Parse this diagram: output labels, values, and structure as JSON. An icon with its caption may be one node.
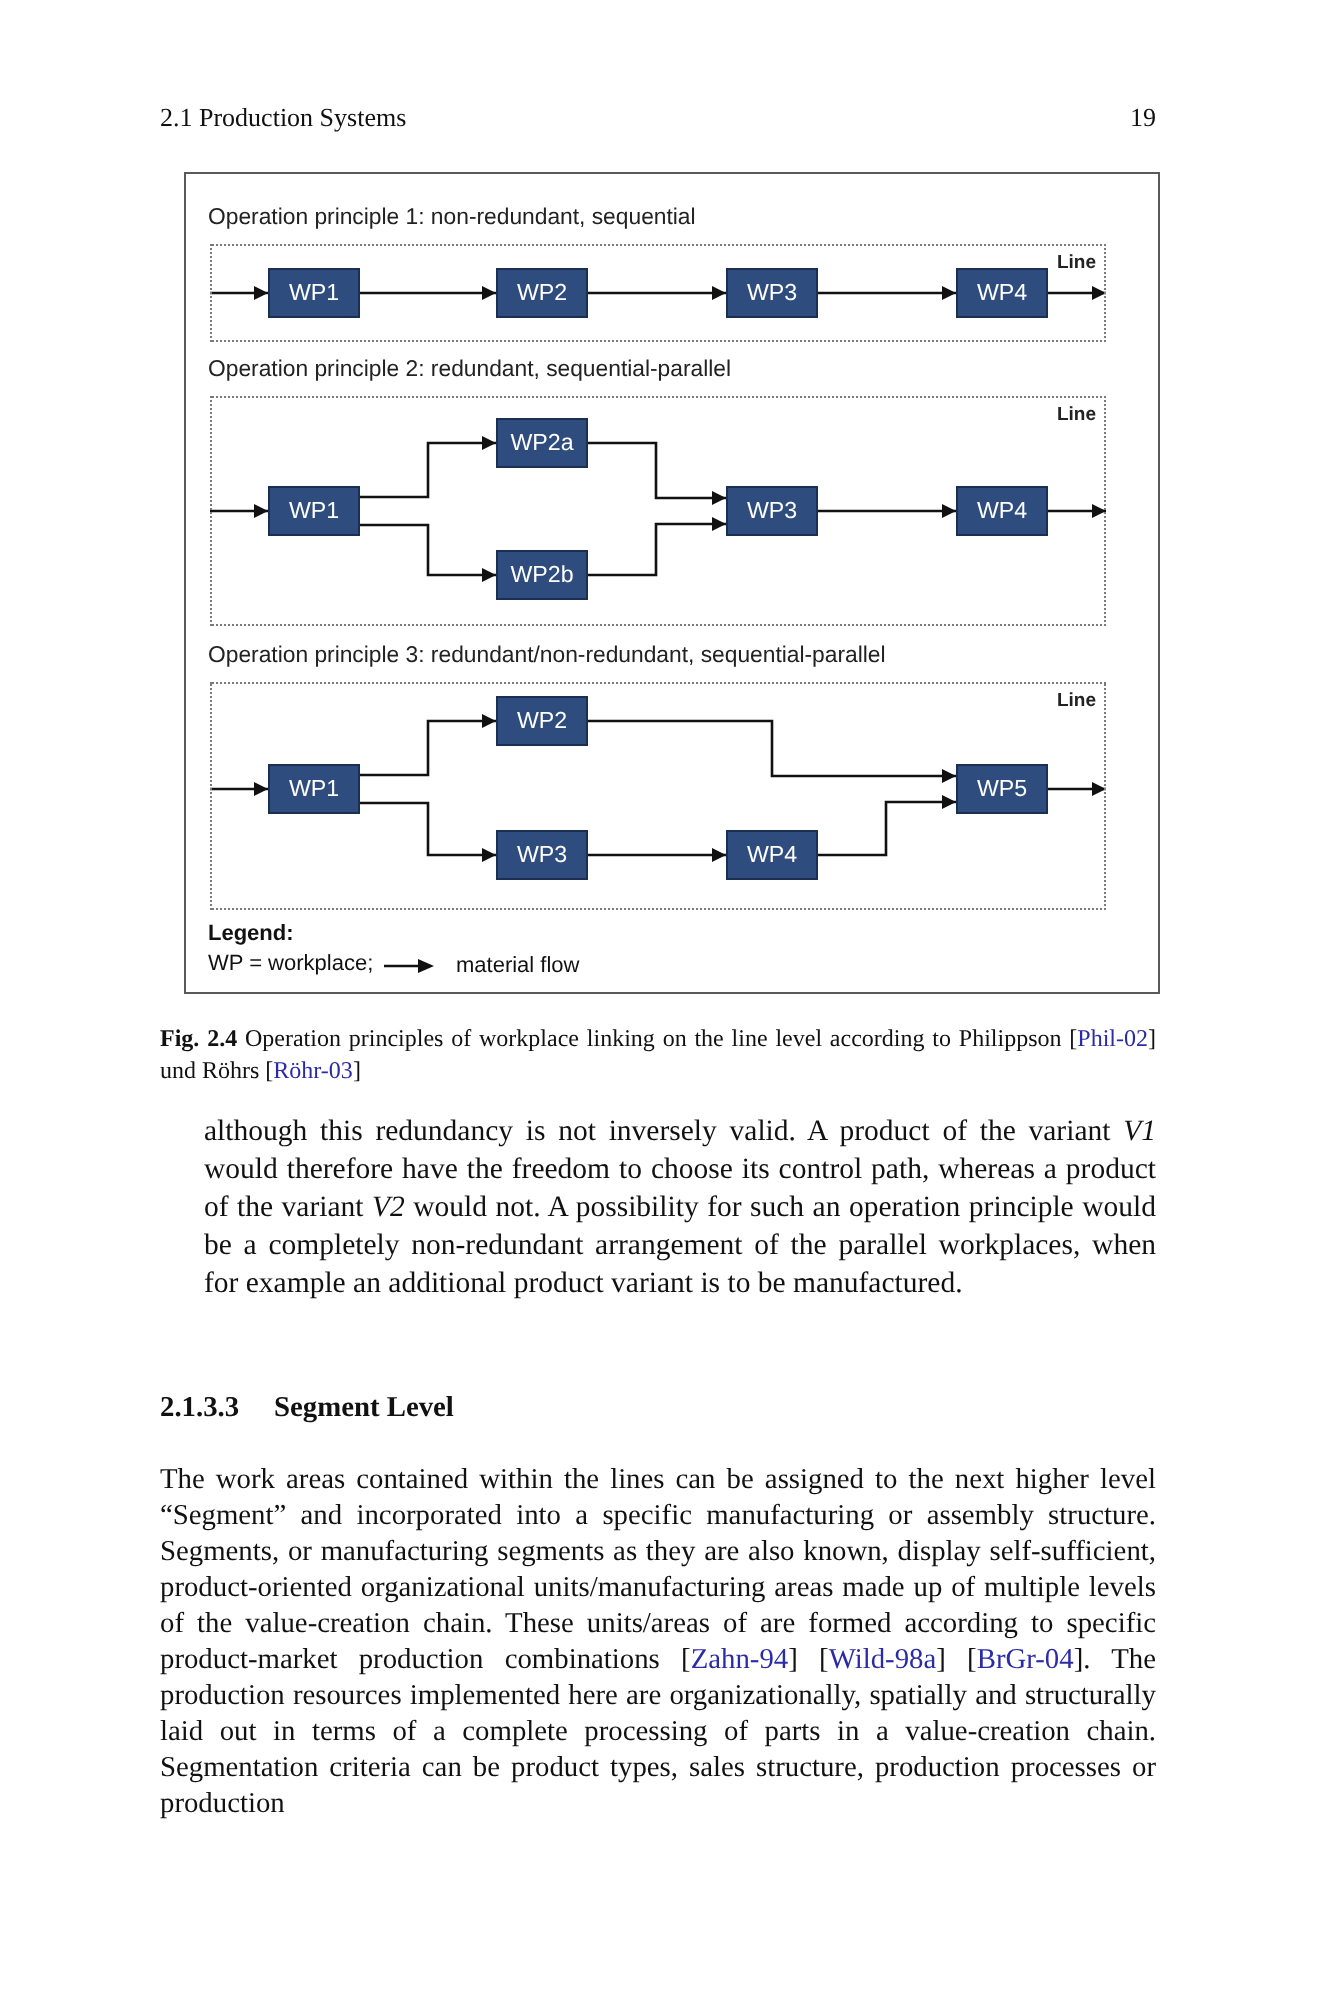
{
  "diagram": {
    "caption": "**Fig. 2.4** Operation principles of workplace linking on the line level according to Philippson [Phil-02] und Röhrs [Röhr-03]",
    "nodes": [
      {
        "text": [
          "Operation principle 1: non-redundant, sequential",
          "Line"
        ]
      },
      {
        "text": [
          "WP1"
        ],
        "in": 0
      },
      {
        "text": [
          "WP2"
        ],
        "in": 0
      },
      {
        "text": [
          "WP3"
        ],
        "in": 0
      },
      {
        "text": [
          "WP4"
        ],
        "in": 0
      },
      {
        "text": [
          "Operation principle 2: redundant, sequential-parallel",
          "Line"
        ]
      },
      {
        "text": [
          "WP1"
        ],
        "in": 5
      },
      {
        "text": [
          "WP2a"
        ],
        "in": 5
      },
      {
        "text": [
          "WP2b"
        ],
        "in": 5
      },
      {
        "text": [
          "WP3"
        ],
        "in": 5
      },
      {
        "text": [
          "WP4"
        ],
        "in": 5
      },
      {
        "text": [
          "Operation principle 3: redundant/non-redundant, sequential-parallel",
          "Line"
        ]
      },
      {
        "text": [
          "WP1"
        ],
        "in": 11
      },
      {
        "text": [
          "WP2"
        ],
        "in": 11
      },
      {
        "text": [
          "WP3"
        ],
        "in": 11
      },
      {
        "text": [
          "WP4"
        ],
        "in": 11
      },
      {
        "text": [
          "WP5"
        ],
        "in": 11
      }
    ],
    "edges": [
      {
        "from": null,
        "to": 1,
        "arrow": "to"
      },
      {
        "from": 1,
        "to": 2,
        "arrow": "to"
      },
      {
        "from": 2,
        "to": 3,
        "arrow": "to"
      },
      {
        "from": 3,
        "to": 4,
        "arrow": "to"
      },
      {
        "from": 4,
        "to": null,
        "arrow": "to"
      },
      {
        "from": null,
        "to": 6,
        "arrow": "to"
      },
      {
        "from": 6,
        "to": 7,
        "arrow": "to"
      },
      {
        "from": 6,
        "to": 8,
        "arrow": "to"
      },
      {
        "from": 7,
        "to": 9,
        "arrow": "to"
      },
      {
        "from": 8,
        "to": 9,
        "arrow": "to"
      },
      {
        "from": 9,
        "to": 10,
        "arrow": "to"
      },
      {
        "from": 10,
        "to": null,
        "arrow": "to"
      },
      {
        "from": null,
        "to": 12,
        "arrow": "to"
      },
      {
        "from": 12,
        "to": 13,
        "arrow": "to"
      },
      {
        "from": 12,
        "to": 14,
        "arrow": "to"
      },
      {
        "from": 13,
        "to": 16,
        "arrow": "to"
      },
      {
        "from": 14,
        "to": 15,
        "arrow": "to"
      },
      {
        "from": 15,
        "to": 16,
        "arrow": "to"
      },
      {
        "from": 16,
        "to": null,
        "arrow": "to"
      }
    ],
    "labels": [
      "2.1 Production Systems",
      "19",
      "Legend:",
      "WP = workplace;",
      "although this redundancy is not inversely valid. A product of the variant *V1* would therefore have the freedom to choose its control path, whereas a product of the variant *V2* would not. A possibility for such an operation principle would be a completely non-redundant arrangement of the parallel workplaces, when for example an additional product variant is to be manufactured.",
      "2.1.3.3",
      "Segment Level",
      "The work areas contained within the lines can be assigned to the next higher level “Segment” and incorporated into a specific manufacturing or assembly structure. Segments, or manufacturing segments as they are also known, display self-sufficient, product-oriented organizational units/manufacturing areas made up of multiple levels of the value-creation chain. These units/areas of are formed according to specific product-market production combinations [Zahn-94] [Wild-98a] [BrGr-04]. The production resources implemented here are organizationally, spatially and structurally laid out in terms of a complete processing of parts in a value-creation chain. Segmentation criteria can be product types, sales structure, production processes or production"
    ],
    "legend": [
      {
        "text": "material flow"
      }
    ]
  }
}
